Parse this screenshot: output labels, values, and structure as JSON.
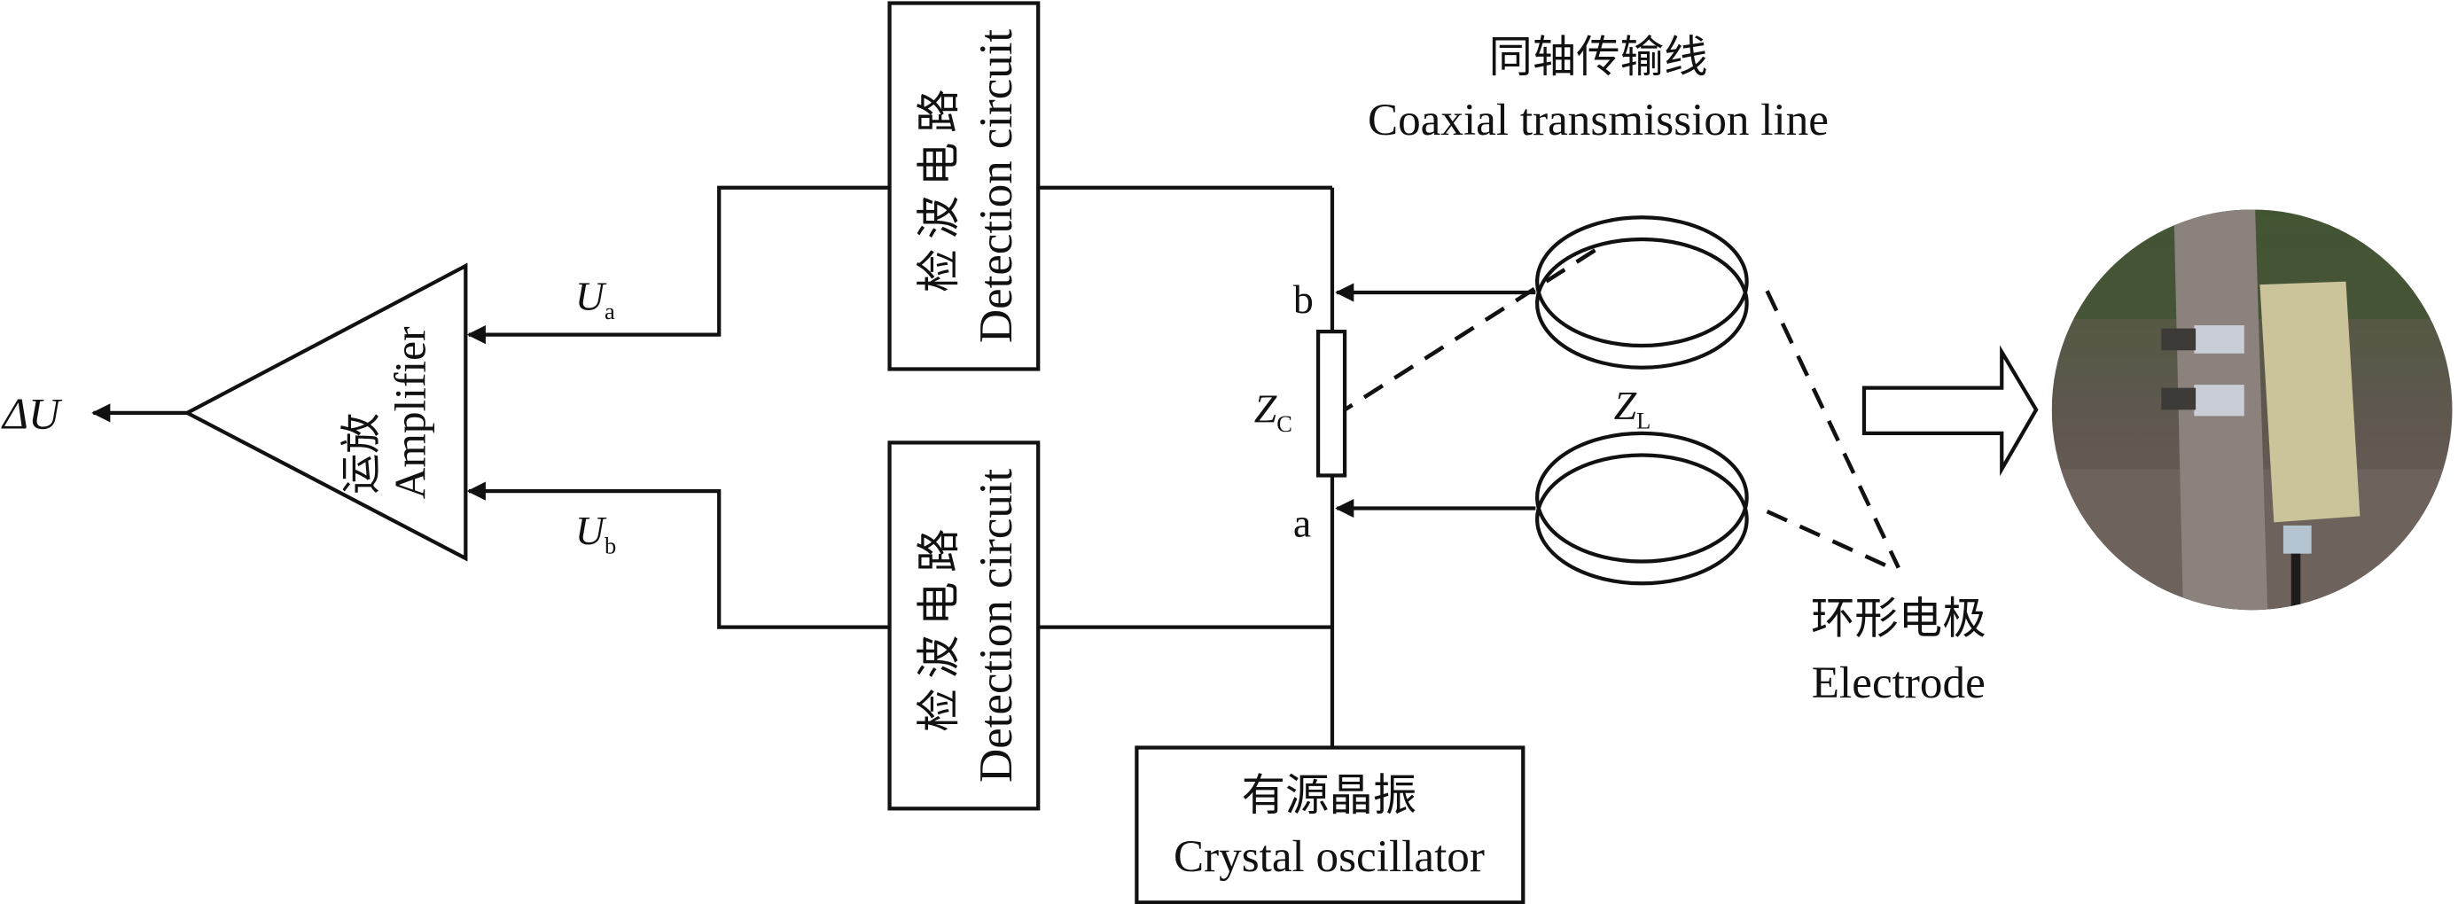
{
  "output_label": "ΔU",
  "amplifier": {
    "cn": "运放",
    "en": "Amplifier"
  },
  "signals": {
    "ua": {
      "main": "U",
      "sub": "a"
    },
    "ub": {
      "main": "U",
      "sub": "b"
    }
  },
  "detection_top": {
    "cn": "检波电路",
    "en": "Detection circuit"
  },
  "detection_bottom": {
    "cn": "检波电路",
    "en": "Detection circuit"
  },
  "node_b": "b",
  "node_a": "a",
  "zc": {
    "main": "Z",
    "sub": "C"
  },
  "zl": {
    "main": "Z",
    "sub": "L"
  },
  "coax": {
    "cn": "同轴传输线",
    "en": "Coaxial transmission line"
  },
  "electrode": {
    "cn": "环形电极",
    "en": "Electrode"
  },
  "oscillator": {
    "cn": "有源晶振",
    "en": "Crystal oscillator"
  },
  "photo": {
    "description": "electrode sensor mounted on tree trunk"
  }
}
